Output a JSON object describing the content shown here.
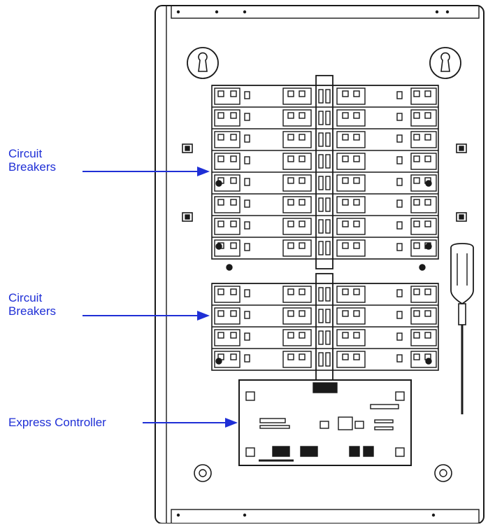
{
  "labels": {
    "breakers_top": [
      "Circuit",
      "Breakers"
    ],
    "breakers_bottom": [
      "Circuit",
      "Breakers"
    ],
    "controller": "Express Controller"
  },
  "colors": {
    "callout": "#1f2fd6",
    "line": "#1a1a1a",
    "panel": "#ffffff"
  },
  "panel": {
    "breaker_rows_upper": 8,
    "breaker_rows_lower": 4,
    "breaker_columns": 4,
    "icons": [
      "keyhole-icon",
      "keyhole-icon",
      "screwdriver-icon",
      "mounting-hole-icon",
      "mounting-hole-icon"
    ]
  }
}
